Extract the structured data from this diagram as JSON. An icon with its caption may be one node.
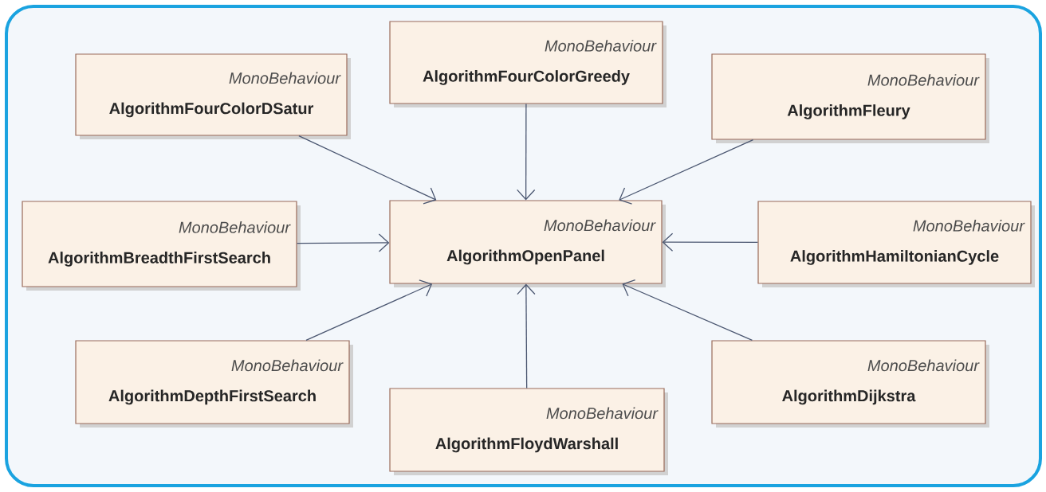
{
  "diagram": {
    "nodes": [
      {
        "text": [
          "MonoBehaviour",
          "AlgorithmFourColorDSatur"
        ]
      },
      {
        "text": [
          "MonoBehaviour",
          "AlgorithmFourColorGreedy"
        ]
      },
      {
        "text": [
          "MonoBehaviour",
          "AlgorithmFleury"
        ]
      },
      {
        "text": [
          "MonoBehaviour",
          "AlgorithmBreadthFirstSearch"
        ]
      },
      {
        "text": [
          "MonoBehaviour",
          "AlgorithmOpenPanel"
        ]
      },
      {
        "text": [
          "MonoBehaviour",
          "AlgorithmHamiltonianCycle"
        ]
      },
      {
        "text": [
          "MonoBehaviour",
          "AlgorithmDepthFirstSearch"
        ]
      },
      {
        "text": [
          "MonoBehaviour",
          "AlgorithmFloydWarshall"
        ]
      },
      {
        "text": [
          "MonoBehaviour",
          "AlgorithmDijkstra"
        ]
      }
    ],
    "edges": [
      {
        "from": 0,
        "to": 4,
        "arrow": "to"
      },
      {
        "from": 1,
        "to": 4,
        "arrow": "to"
      },
      {
        "from": 2,
        "to": 4,
        "arrow": "to"
      },
      {
        "from": 3,
        "to": 4,
        "arrow": "to"
      },
      {
        "from": 5,
        "to": 4,
        "arrow": "to"
      },
      {
        "from": 6,
        "to": 4,
        "arrow": "to"
      },
      {
        "from": 7,
        "to": 4,
        "arrow": "to"
      },
      {
        "from": 8,
        "to": 4,
        "arrow": "to"
      }
    ]
  }
}
